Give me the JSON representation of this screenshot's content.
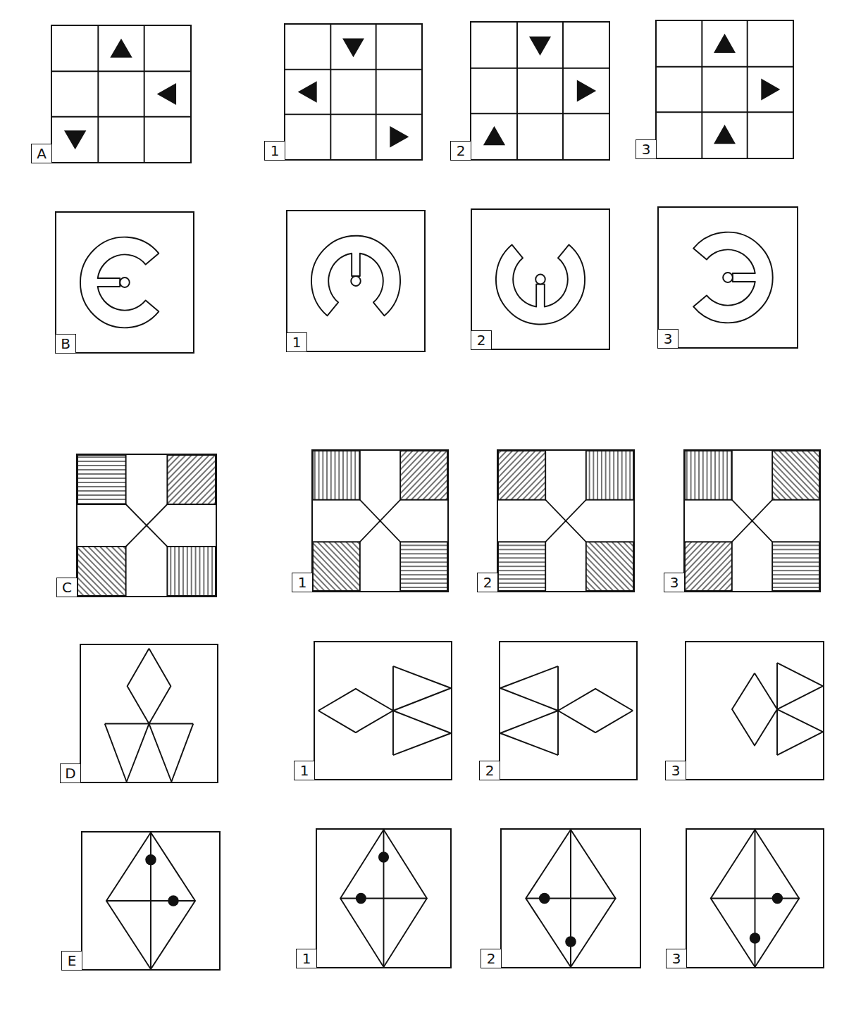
{
  "diagram": {
    "nodes": [
      {
        "text": [
          "A"
        ]
      },
      {
        "text": [
          "1"
        ]
      },
      {
        "text": [
          "2"
        ]
      },
      {
        "text": [
          "3"
        ]
      },
      {
        "text": [
          "B"
        ]
      },
      {
        "text": [
          "1"
        ]
      },
      {
        "text": [
          "2"
        ]
      },
      {
        "text": [
          "3"
        ]
      },
      {
        "text": [
          "C"
        ]
      },
      {
        "text": [
          "1"
        ]
      },
      {
        "text": [
          "2"
        ]
      },
      {
        "text": [
          "3"
        ]
      },
      {
        "text": [
          "D"
        ]
      },
      {
        "text": [
          "1"
        ]
      },
      {
        "text": [
          "2"
        ]
      },
      {
        "text": [
          "3"
        ]
      },
      {
        "text": [
          "E"
        ]
      },
      {
        "text": [
          "1"
        ]
      },
      {
        "text": [
          "2"
        ]
      },
      {
        "text": [
          "3"
        ]
      }
    ]
  }
}
